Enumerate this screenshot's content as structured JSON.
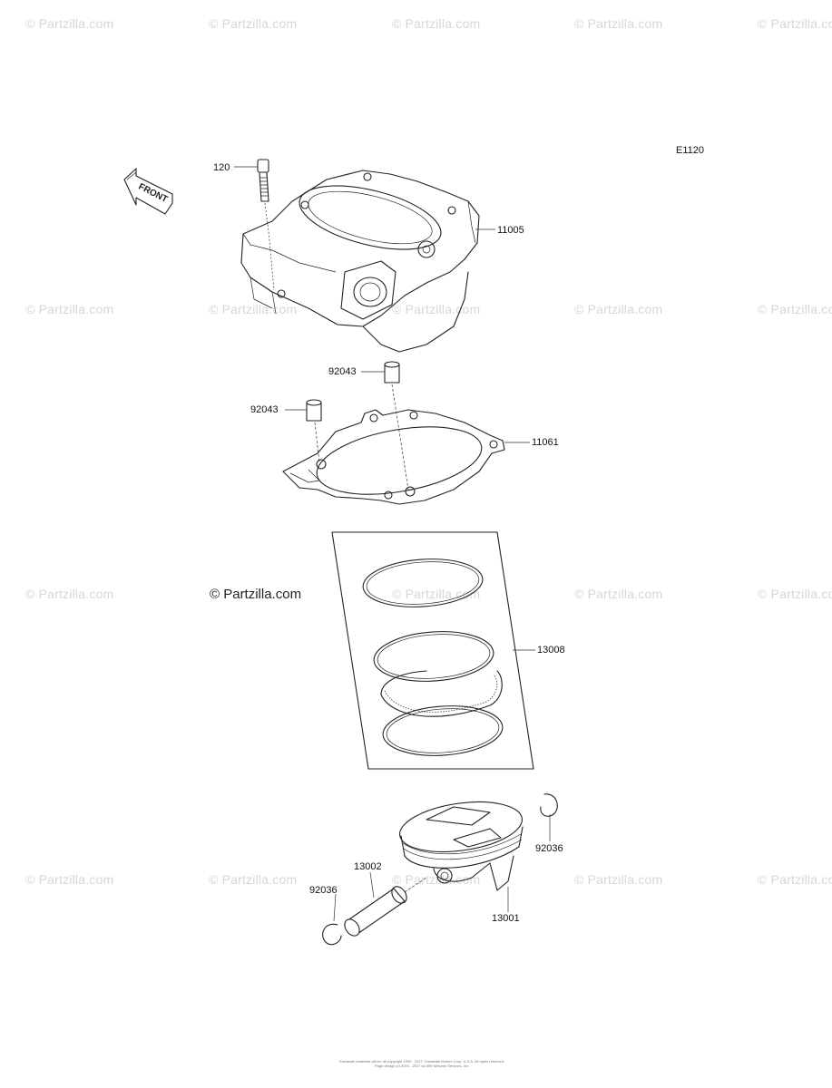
{
  "watermark": "© Partzilla.com",
  "diagram_code": "E1120",
  "copyright_mark": "© Partzilla.com",
  "front_label": "FRONT",
  "parts": {
    "p120": "120",
    "p11005": "11005",
    "p92043_a": "92043",
    "p92043_b": "92043",
    "p11061": "11061",
    "p13008": "13008",
    "p13002": "13002",
    "p92036_a": "92036",
    "p92036_b": "92036",
    "p13001": "13001"
  },
  "footer": {
    "line1": "Kawasaki materials within: all copyright 1995 - 2017, Kawasaki Motors Corp. U.S.A. All rights reserved.",
    "line2": "Page design (c) 2003 - 2017 by ARI Network Services, Inc."
  }
}
